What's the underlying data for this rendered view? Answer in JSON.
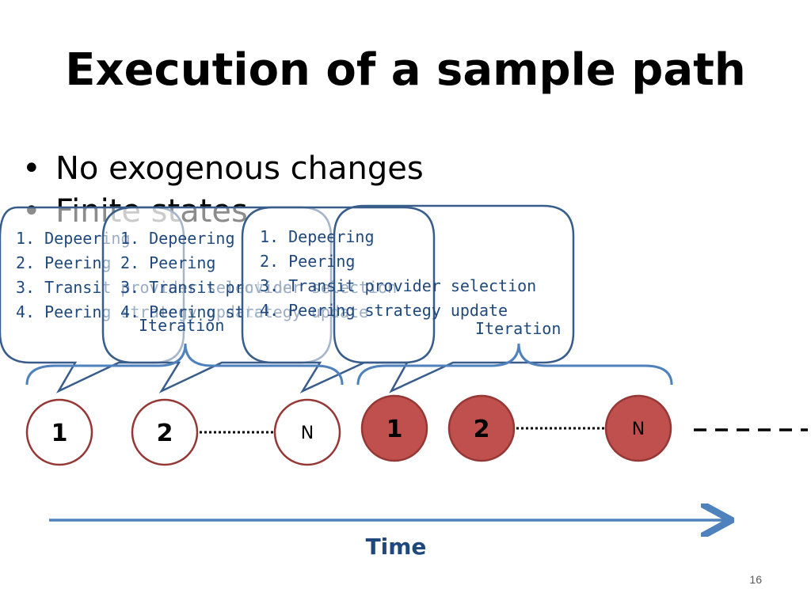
{
  "slide": {
    "title": "Execution of a sample path",
    "bullets": [
      "No exogenous changes",
      "Finite states"
    ],
    "bullet_char": "•",
    "page_number": "16"
  },
  "steps": [
    "1. Depeering",
    "2. Peering",
    "3. Transit provider selection",
    "4. Peering strategy update"
  ],
  "iteration_label": "Iteration",
  "time_label": "Time",
  "nodes": [
    {
      "label": "1",
      "state": "outline"
    },
    {
      "label": "2",
      "state": "outline"
    },
    {
      "label": "N",
      "state": "outline"
    },
    {
      "label": "1",
      "state": "filled"
    },
    {
      "label": "2",
      "state": "filled"
    },
    {
      "label": "N",
      "state": "filled"
    }
  ],
  "colors": {
    "accent": "#1f497d",
    "callout_border": "#385d8a",
    "node_border": "#953735",
    "node_fill": "#c0504d",
    "arrow": "#4f81bd"
  }
}
